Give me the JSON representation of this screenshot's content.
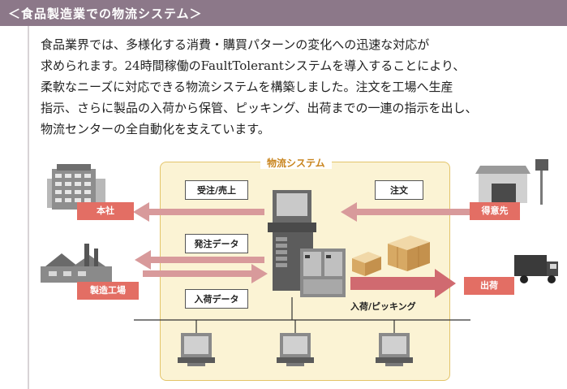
{
  "header": {
    "title": "＜食品製造業での物流システム＞"
  },
  "description": [
    "食品業界では、多様化する消費・購買パターンの変化への迅速な対応が",
    "求められます。24時間稼働のFaultTolerantシステムを導入することにより、",
    "柔軟なニーズに対応できる物流システムを構築しました。注文を工場へ生産",
    "指示、さらに製品の入荷から保管、ピッキング、出荷までの一連の指示を出し、",
    "物流センターの全自動化を支えています。"
  ],
  "diagram": {
    "system_title": "物流システム",
    "nodes": {
      "head_office": "本社",
      "factory": "製造工場",
      "customer": "得意先",
      "shipping": "出荷"
    },
    "flows": {
      "order_sales": "受注/売上",
      "order": "注文",
      "purchase_data": "発注データ",
      "receiving_data": "入荷データ",
      "receiving_picking": "入荷/ピッキング"
    },
    "colors": {
      "header": "#8c7889",
      "panel": "#fbf3d4",
      "panel_border": "#e3c46a",
      "arrow": "#d89a9b",
      "tag": "#e36e64",
      "title": "#c9851f"
    }
  }
}
